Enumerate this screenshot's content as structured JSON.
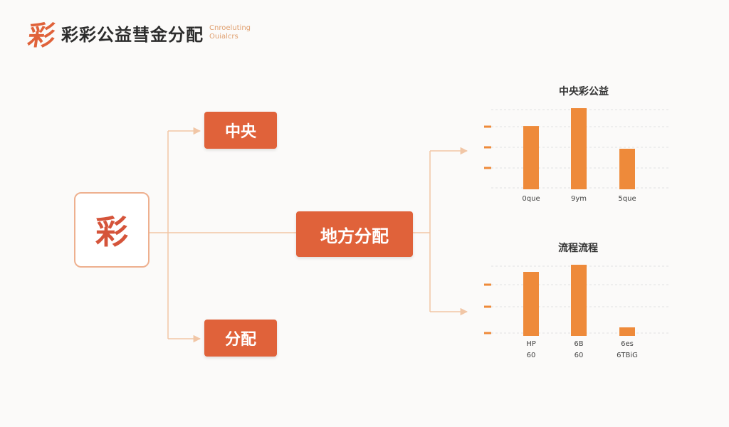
{
  "header": {
    "logo": "彩",
    "title": "彩彩公益彗金分配",
    "subtitle_line1": "Cnroeluting",
    "subtitle_line2": "Ouialcrs"
  },
  "nodes": {
    "root": "彩",
    "central": "中央",
    "distribution": "分配",
    "local": "地方分配"
  },
  "colors": {
    "accent": "#e0623a",
    "bar": "#ee8a3a",
    "connector": "#f1c6a6"
  },
  "chart_data": [
    {
      "type": "bar",
      "title": "中央彩公益",
      "categories": [
        "0que",
        "9ym",
        "5que"
      ],
      "values": [
        78,
        100,
        50
      ],
      "ylim": [
        0,
        100
      ],
      "grid": true
    },
    {
      "type": "bar",
      "title": "流程流程",
      "categories": [
        "HP 60",
        "6B 60",
        "6es 6TBiG"
      ],
      "category_lines": [
        [
          "HP",
          "60"
        ],
        [
          "6B",
          "60"
        ],
        [
          "6es",
          "6TBiG"
        ]
      ],
      "values": [
        90,
        100,
        12
      ],
      "ylim": [
        0,
        100
      ],
      "grid": true
    }
  ]
}
